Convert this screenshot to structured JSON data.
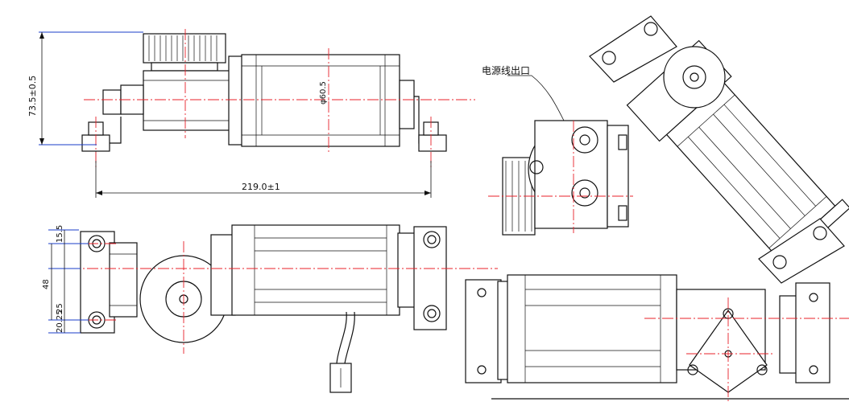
{
  "title": "",
  "dimensions": {
    "height_total": "73.5±0.5",
    "diameter": "φ60.5",
    "length_total": "219.0±1",
    "spacing_top": "15.5",
    "spacing_mid": "48",
    "spacing_bottom_a": "20.25",
    "spacing_bottom_b": "25"
  },
  "annotations": {
    "cable_outlet": "电源线出口"
  },
  "colors": {
    "outline": "#111111",
    "centerline": "#e8202a",
    "dimension_leader": "#1a3cc8"
  }
}
